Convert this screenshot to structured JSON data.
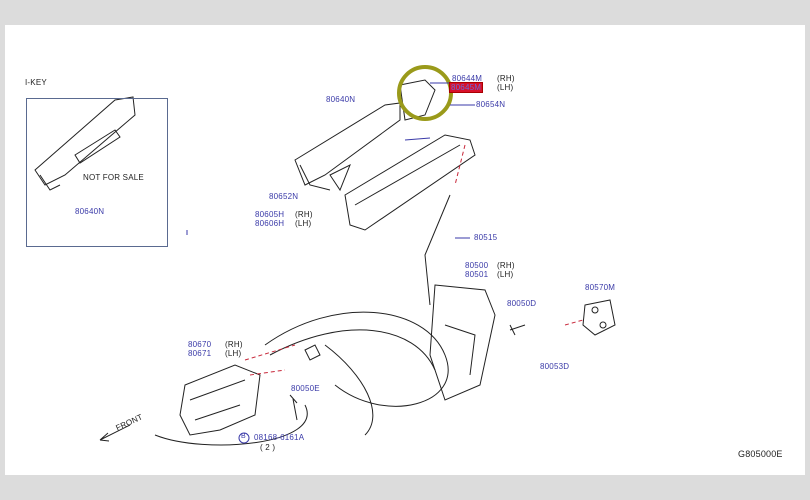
{
  "inset": {
    "title": "I-KEY",
    "note": "NOT  FOR  SALE",
    "part": "80640N"
  },
  "parts": {
    "p80644M": "80644M",
    "p80645M": "80645M",
    "rh": "(RH)",
    "lh": "(LH)",
    "p80654N": "80654N",
    "p80640N": "80640N",
    "p80652N": "80652N",
    "p80605H": "80605H",
    "p80606H": "80606H",
    "p80515": "80515",
    "p80500": "80500",
    "p80501": "80501",
    "p80050D": "80050D",
    "p80570M": "80570M",
    "p80053D": "80053D",
    "p80670": "80670",
    "p80671": "80671",
    "p80050E": "80050E",
    "bolt": "08168-6161A",
    "bolt_circle": "B",
    "bolt_qty": "( 2 )",
    "front": "FRONT"
  },
  "diagram_code": "G805000E",
  "colors": {
    "highlight": "#d8102a",
    "circle": "#9a9a1a",
    "label": "#3a3aa8",
    "dash": "#c8283a"
  }
}
